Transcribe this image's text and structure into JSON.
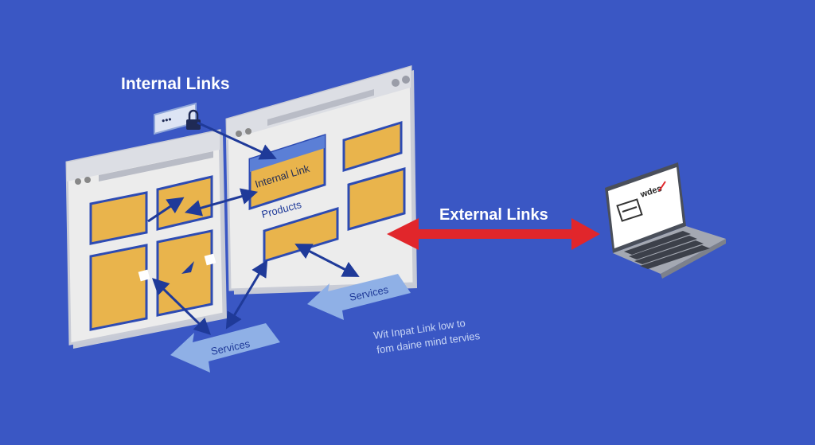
{
  "diagram": {
    "internal_title": "Internal Links",
    "external_title": "External Links",
    "internal_link_label": "Internal Link",
    "products_label": "Products",
    "services_label_left": "Services",
    "services_label_right": "Services",
    "caption_line1": "Wit Inpat Link low to",
    "caption_line2": "fom daine mind tervies",
    "laptop_screen_text": "wdes",
    "login_dots": "•••"
  },
  "colors": {
    "background": "#3a57c4",
    "window_fill": "#ebebeb",
    "window_border": "#c9ccd6",
    "content_box": "#e9b44c",
    "box_border": "#2d4bb3",
    "internal_arrow": "#1f3a99",
    "external_arrow": "#e1262b",
    "services_arrow": "#8fb0e6"
  }
}
